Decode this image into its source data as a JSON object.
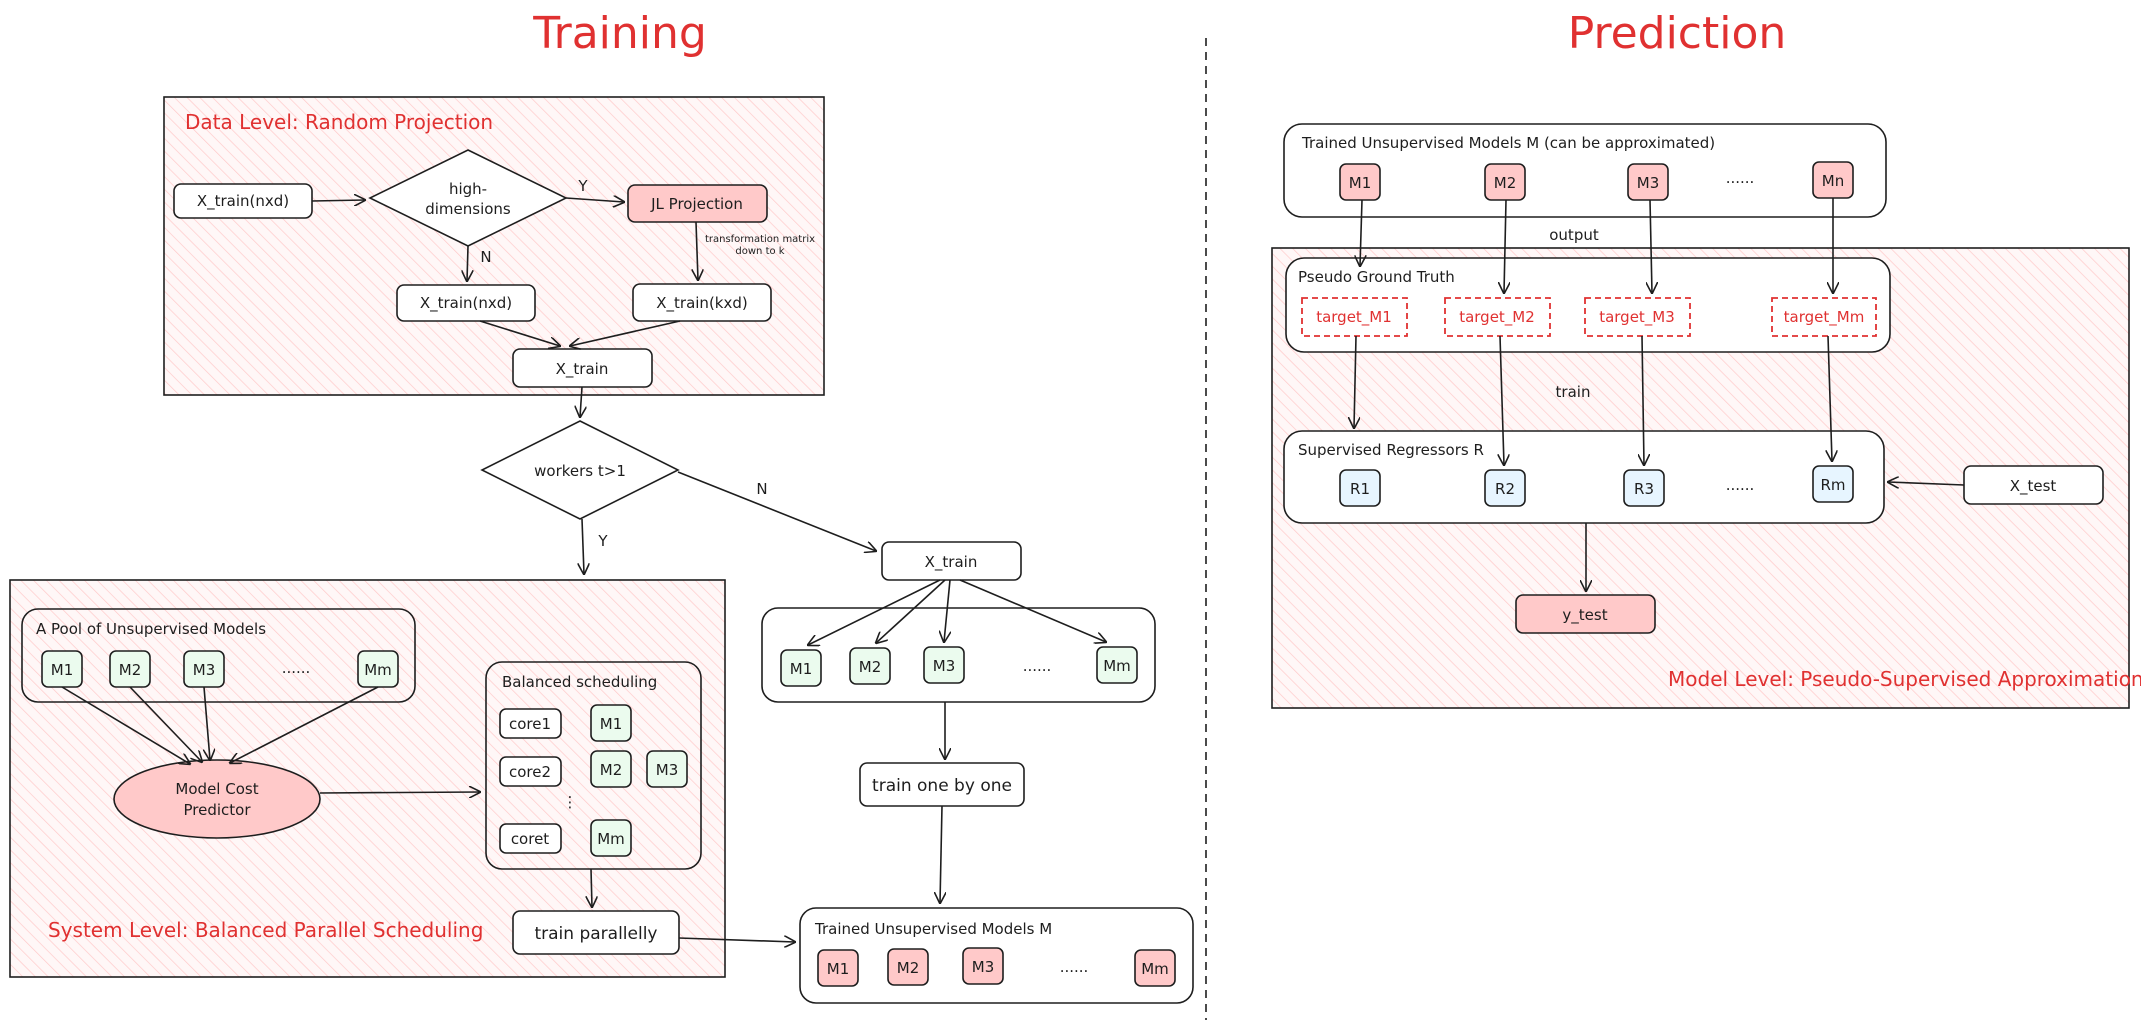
{
  "titles": {
    "training": "Training",
    "prediction": "Prediction"
  },
  "data_level": {
    "title": "Data Level: Random Projection",
    "x_train_nxd_input": "X_train(nxd)",
    "decision": [
      "high-",
      "dimensions"
    ],
    "yes": "Y",
    "no": "N",
    "jl_projection": "JL Projection",
    "transform_note": [
      "transformation matrix",
      "down to k"
    ],
    "x_train_nxd": "X_train(nxd)",
    "x_train_kxd": "X_train(kxd)",
    "x_train": "X_train"
  },
  "workers": {
    "decision": "workers t>1",
    "yes": "Y",
    "no": "N"
  },
  "system_level": {
    "title": "System Level: Balanced Parallel Scheduling",
    "pool_title": "A Pool of Unsupervised Models",
    "pool_models": [
      "M1",
      "M2",
      "M3",
      "Mm"
    ],
    "pool_ellipsis": "......",
    "cost_predictor": [
      "Model Cost",
      "Predictor"
    ],
    "scheduling_title": "Balanced scheduling",
    "cores": [
      "core1",
      "core2",
      "coret"
    ],
    "vdots": "⋮",
    "sched_models": [
      "M1",
      "M2",
      "M3",
      "Mm"
    ],
    "train_parallel": "train parallelly"
  },
  "sequential": {
    "x_train": "X_train",
    "models": [
      "M1",
      "M2",
      "M3",
      "Mm"
    ],
    "ellipsis": "......",
    "train_one": "train one by one"
  },
  "trained_models_out": {
    "title": "Trained Unsupervised Models M",
    "models": [
      "M1",
      "M2",
      "M3",
      "Mm"
    ],
    "ellipsis": "......"
  },
  "prediction": {
    "trained_title": "Trained Unsupervised Models M (can be approximated)",
    "trained_models": [
      "M1",
      "M2",
      "M3",
      "Mn"
    ],
    "trained_ellipsis": "......",
    "output_label": "output",
    "pseudo_title": "Pseudo Ground Truth",
    "targets": [
      "target_M1",
      "target_M2",
      "target_M3",
      "target_Mm"
    ],
    "train_label": "train",
    "regressors_title": "Supervised Regressors R",
    "regressors": [
      "R1",
      "R2",
      "R3",
      "Rm"
    ],
    "regressors_ellipsis": "......",
    "x_test": "X_test",
    "y_test": "y_test",
    "model_level_title": "Model Level: Pseudo-Supervised Approximation"
  },
  "colors": {
    "accent_red": "#e03131",
    "fill_red": "#ffc9c9",
    "fill_green": "#ebfbee",
    "fill_blue": "#e7f5ff"
  }
}
